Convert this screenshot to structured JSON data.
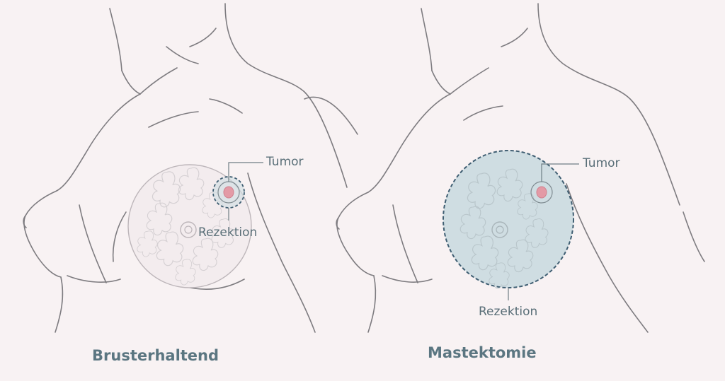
{
  "diagrams": [
    {
      "caption": "Brusterhaltend",
      "tumor_label": "Tumor",
      "resection_label": "Rezektion"
    },
    {
      "caption": "Mastektomie",
      "tumor_label": "Tumor",
      "resection_label": "Rezektion"
    }
  ],
  "colors": {
    "background": "#f8f2f3",
    "outline": "#7e7c80",
    "tissue": "#d5d0d3",
    "resection_dash": "#3f5e72",
    "resection_fill": "#cfdde2",
    "tumor": "#e39aa6",
    "label_text": "#5a6f78"
  }
}
